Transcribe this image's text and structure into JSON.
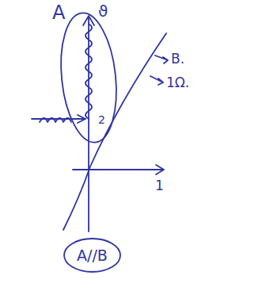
{
  "diagram": {
    "nodes": [
      {
        "text": [
          "A//B"
        ]
      }
    ],
    "labels": [
      "A",
      "ϑ",
      "B.",
      "1Ω.",
      "2",
      "1"
    ]
  }
}
